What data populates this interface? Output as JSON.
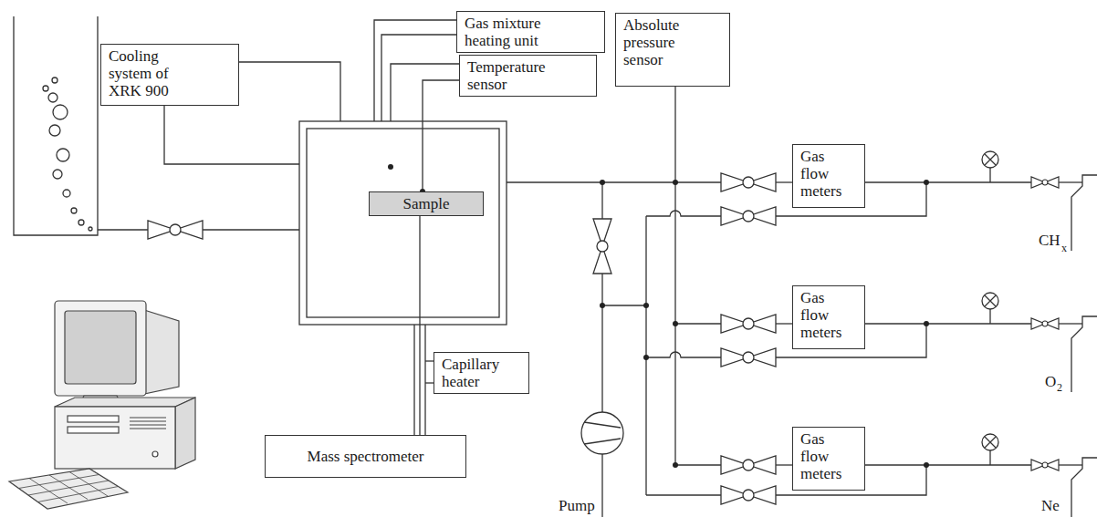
{
  "diagram": {
    "nodes": [
      {
        "text": [
          "Gas mixture heating unit"
        ]
      },
      {
        "text": [
          "Absolute pressure sensor"
        ]
      },
      {
        "text": [
          "Cooling system of XRK 900"
        ]
      },
      {
        "text": [
          "Temperature sensor"
        ]
      },
      {
        "text": [
          "Sample"
        ]
      },
      {
        "text": [
          "Gas flow meters"
        ]
      },
      {
        "text": [
          "Gas flow meters"
        ]
      },
      {
        "text": [
          "Gas flow meters"
        ]
      },
      {
        "text": [
          "Capillary heater"
        ]
      },
      {
        "text": [
          "Mass spectrometer"
        ]
      }
    ],
    "edges": [
      {
        "from": 3,
        "to": 4,
        "arrow": "none"
      },
      {
        "from": 4,
        "to": 9,
        "arrow": "none"
      }
    ],
    "labels": [
      "Pump",
      "CH",
      "x",
      "O",
      "2",
      "Ne"
    ]
  }
}
